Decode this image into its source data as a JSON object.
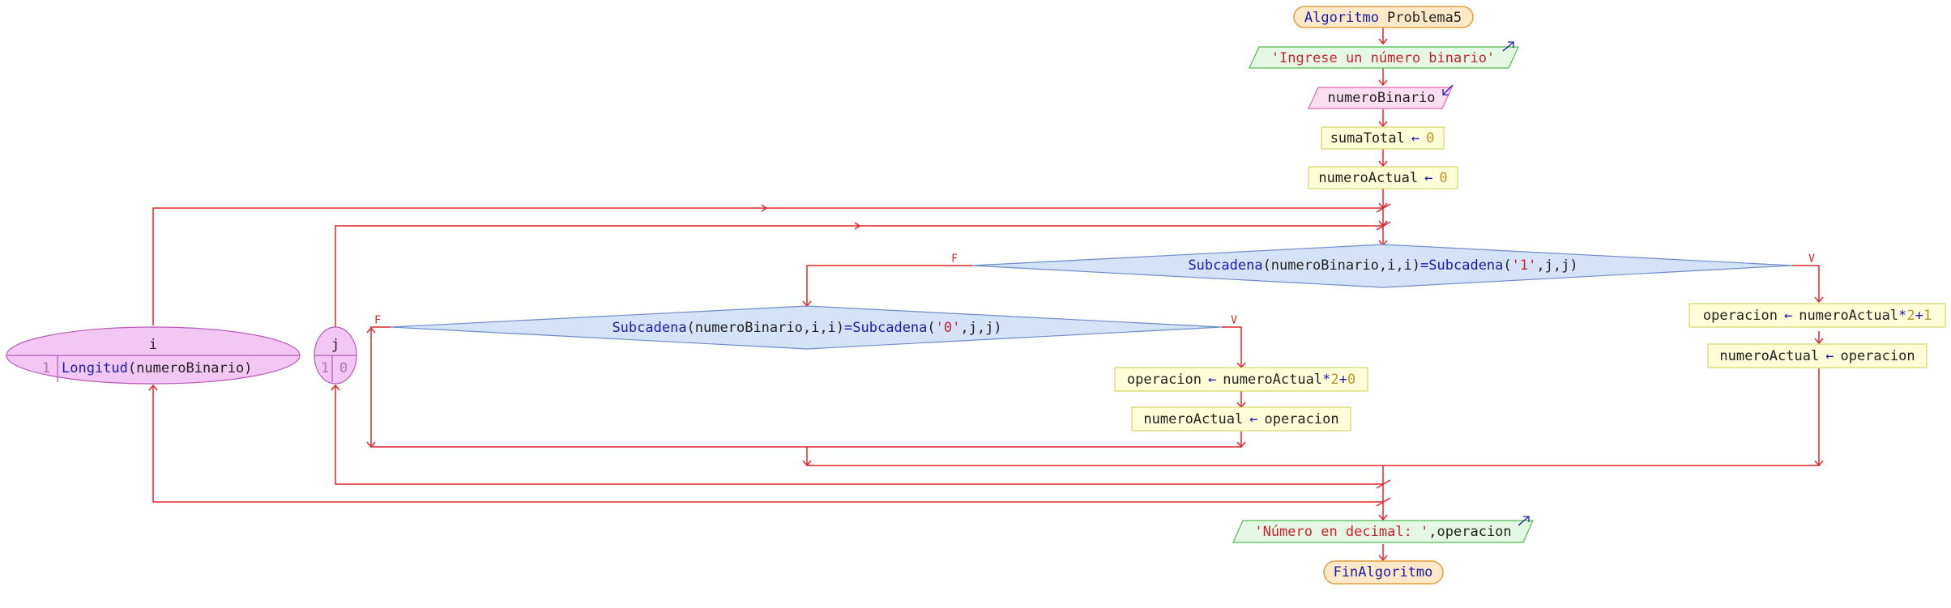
{
  "colors": {
    "flow_line": "#e0262a",
    "terminal_fill": "#fde8c8",
    "assign_fill": "#fefed8",
    "output_fill": "#e4f8e4",
    "input_fill": "#fbdff0",
    "decision_fill": "#d5e3f8",
    "loop_fill": "#f2c7f4"
  },
  "start": {
    "keyword": "Algoritmo",
    "name": "Problema5"
  },
  "output1": {
    "text": "'Ingrese un número binario'"
  },
  "input1": {
    "variable": "numeroBinario"
  },
  "assign_sumaTotal": {
    "target": "sumaTotal",
    "arrow": "←",
    "value": "0"
  },
  "assign_numeroActual": {
    "target": "numeroActual",
    "arrow": "←",
    "value": "0"
  },
  "loop_i": {
    "variable": "i",
    "start": "1",
    "limit_fn": "Longitud",
    "limit_arg": "(numeroBinario)"
  },
  "loop_j": {
    "variable": "j",
    "start": "1",
    "end": "0"
  },
  "decision1": {
    "left_fn": "Subcadena",
    "left_args": "(numeroBinario,i,i)",
    "eq": "=",
    "right_fn": "Subcadena",
    "right_open": "(",
    "right_str": "'1'",
    "right_rest": ",j,j)",
    "true_label": "V",
    "false_label": "F"
  },
  "decision2": {
    "left_fn": "Subcadena",
    "left_args": "(numeroBinario,i,i)",
    "eq": "=",
    "right_fn": "Subcadena",
    "right_open": "(",
    "right_str": "'0'",
    "right_rest": ",j,j)",
    "true_label": "V",
    "false_label": "F"
  },
  "branch1_true": {
    "op1_target": "operacion",
    "op1_arrow": "←",
    "op1_expr": "numeroActual",
    "op1_mul": "*",
    "op1_two": "2",
    "op1_plus": "+",
    "op1_add": "1",
    "op2_target": "numeroActual",
    "op2_arrow": "←",
    "op2_value": "operacion"
  },
  "branch2_true": {
    "op1_target": "operacion",
    "op1_arrow": "←",
    "op1_expr": "numeroActual",
    "op1_mul": "*",
    "op1_two": "2",
    "op1_plus": "+",
    "op1_add": "0",
    "op2_target": "numeroActual",
    "op2_arrow": "←",
    "op2_value": "operacion"
  },
  "output2": {
    "text": "'Número en decimal: '",
    "sep": ",",
    "variable": "operacion"
  },
  "end": {
    "keyword": "FinAlgoritmo"
  }
}
